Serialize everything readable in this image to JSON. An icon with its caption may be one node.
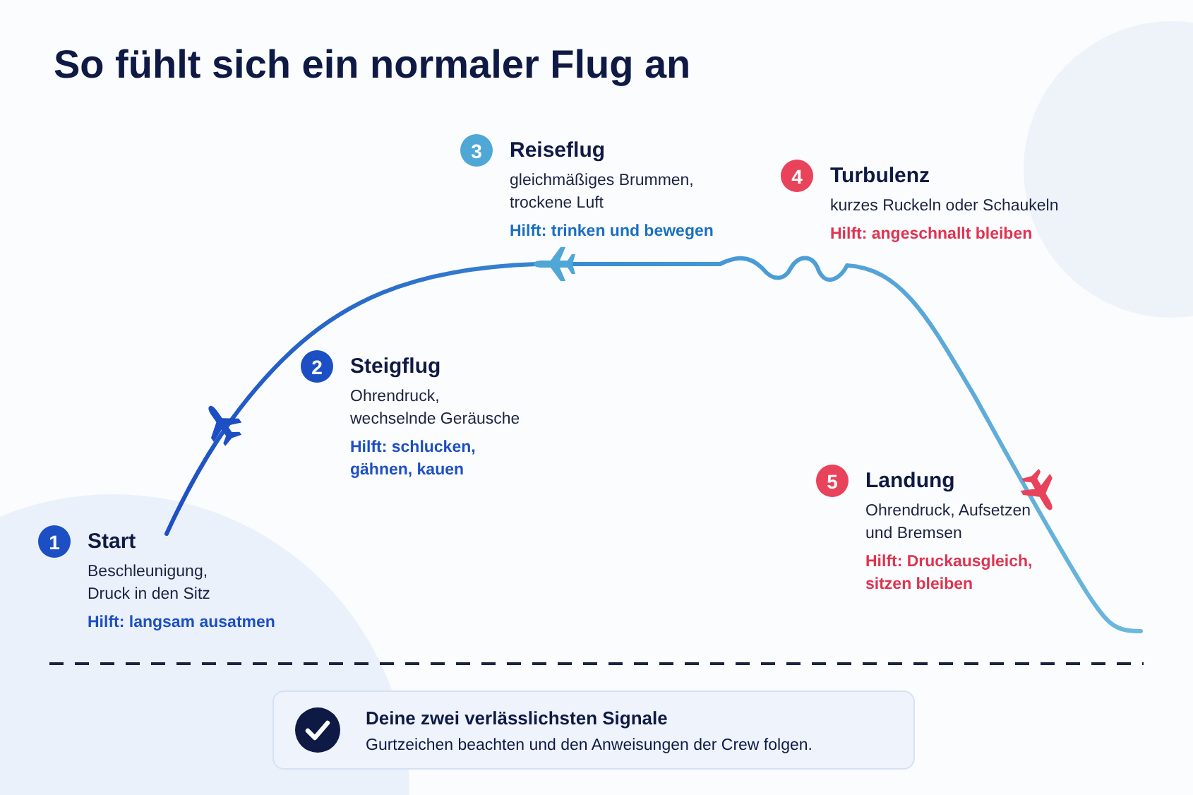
{
  "diagram": {
    "title": "So fühlt sich ein normaler Flug an",
    "nodes": [
      {
        "text": [
          "1"
        ],
        "beside": [
          "Start",
          "Beschleunigung, Druck in den Sitz",
          "Hilft: langsam ausatmen"
        ]
      },
      {
        "text": [
          "2"
        ],
        "beside": [
          "Steigflug",
          "Ohrendruck, wechselnde Geräusche",
          "Hilft: schlucken, gähnen, kauen"
        ]
      },
      {
        "text": [
          "3"
        ],
        "beside": [
          "Reiseflug",
          "gleichmäßiges Brummen, trockene Luft",
          "Hilft: trinken und bewegen"
        ]
      },
      {
        "text": [
          "4"
        ],
        "beside": [
          "Turbulenz",
          "kurzes Ruckeln oder Schaukeln",
          "Hilft: angeschnallt bleiben"
        ]
      },
      {
        "text": [
          "5"
        ],
        "beside": [
          "Landung",
          "Ohrendruck, Aufsetzen und Bremsen",
          "Hilft: Druckausgleich, sitzen bleiben"
        ]
      },
      {
        "text": [
          "Deine zwei verlässlichsten Signale",
          "Gurtzeichen beachten und den Anweisungen der Crew folgen."
        ]
      }
    ]
  }
}
